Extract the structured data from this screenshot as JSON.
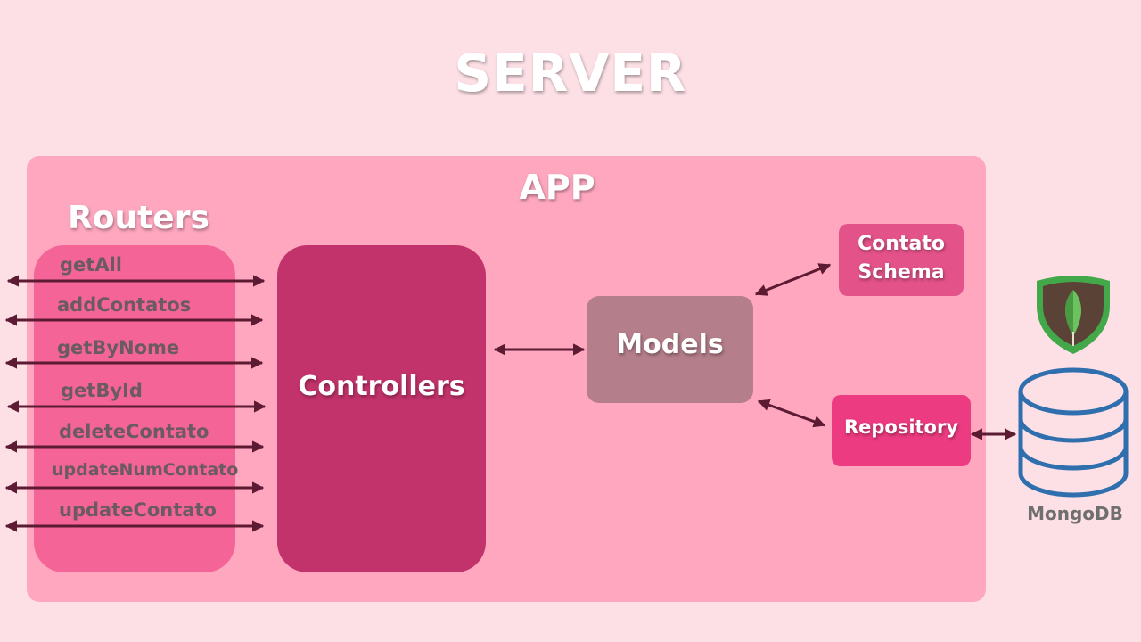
{
  "title": "SERVER",
  "app": {
    "label": "APP"
  },
  "routers": {
    "label": "Routers",
    "routes": [
      "getAll",
      "addContatos",
      "getByNome",
      "getById",
      "deleteContato",
      "updateNumContato",
      "updateContato"
    ]
  },
  "controllers": {
    "label": "Controllers"
  },
  "models": {
    "label": "Models"
  },
  "schema": {
    "line1": "Contato",
    "line2": "Schema"
  },
  "repository": {
    "label": "Repository"
  },
  "database": {
    "label": "MongoDB",
    "icon": "mongodb-leaf-icon"
  },
  "colors": {
    "background": "#fde0e6",
    "app": "#fea7bf",
    "routers": "#f46497",
    "controllers": "#c2326b",
    "models": "#b47e8a",
    "schema": "#e35289",
    "repository": "#ec3b80",
    "arrow": "#5c1a33",
    "db": "#2f6fad"
  }
}
